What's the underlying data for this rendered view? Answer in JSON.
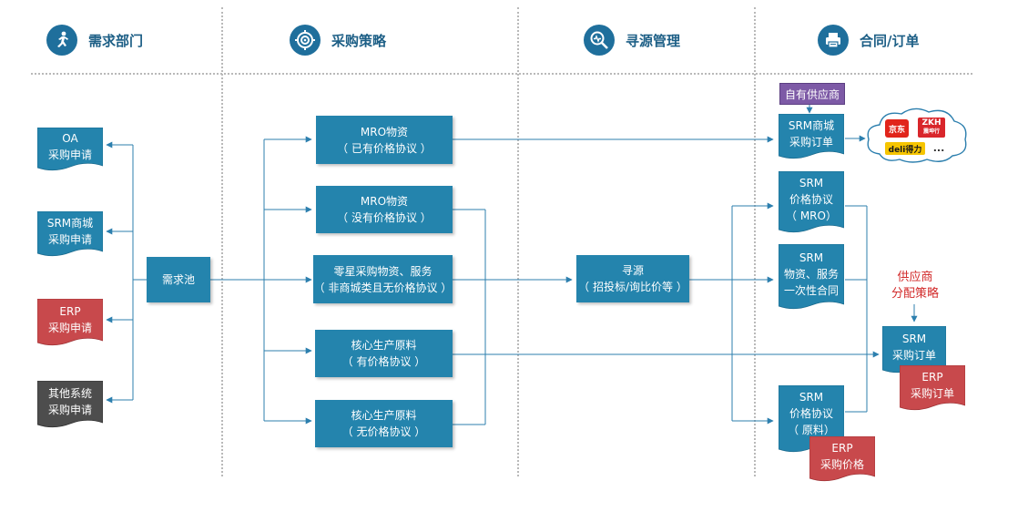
{
  "headers": [
    {
      "label": "需求部门",
      "icon": "runner-icon"
    },
    {
      "label": "采购策略",
      "icon": "target-icon"
    },
    {
      "label": "寻源管理",
      "icon": "magnifier-icon"
    },
    {
      "label": "合同/订单",
      "icon": "printer-icon"
    }
  ],
  "sources": [
    {
      "line1": "OA",
      "line2": "采购申请"
    },
    {
      "line1": "SRM商城",
      "line2": "采购申请"
    },
    {
      "line1": "ERP",
      "line2": "采购申请"
    },
    {
      "line1": "其他系统",
      "line2": "采购申请"
    }
  ],
  "pool": "需求池",
  "strategies": [
    {
      "line1": "MRO物资",
      "line2": "（ 已有价格协议 ）"
    },
    {
      "line1": "MRO物资",
      "line2": "（ 没有价格协议 ）"
    },
    {
      "line1": "零星采购物资、服务",
      "line2": "（ 非商城类且无价格协议 ）"
    },
    {
      "line1": "核心生产原料",
      "line2": "（ 有价格协议 ）"
    },
    {
      "line1": "核心生产原料",
      "line2": "（ 无价格协议 ）"
    }
  ],
  "sourcing": {
    "line1": "寻源",
    "line2": "（ 招投标/询比价等 ）"
  },
  "own_supplier": "自有供应商",
  "contracts": {
    "mall_order": {
      "line1": "SRM商城",
      "line2": "采购订单"
    },
    "mro_agreement": {
      "line1": "SRM",
      "line2": "价格协议",
      "line3": "（ MRO）"
    },
    "one_time": {
      "line1": "SRM",
      "line2": "物资、服务",
      "line3": "一次性合同"
    },
    "raw_agreement": {
      "line1": "SRM",
      "line2": "价格协议",
      "line3": "（ 原料）"
    },
    "erp_price": {
      "line1": "ERP",
      "line2": "采购价格"
    },
    "srm_order": {
      "line1": "SRM",
      "line2": "采购订单"
    },
    "erp_order": {
      "line1": "ERP",
      "line2": "采购订单"
    }
  },
  "supplier_strategy": {
    "line1": "供应商",
    "line2": "分配策略"
  },
  "vendors": {
    "jd": "京东",
    "zkh": "ZKH",
    "zkh_sub": "震坤行",
    "deli": "deli得力",
    "more": "..."
  },
  "colors": {
    "box": "#2484ad",
    "doc_blue": "#2484ad",
    "doc_red": "#c8494c",
    "doc_gray": "#4d4d4d",
    "line": "#2c7fae",
    "header_text": "#1d5f86",
    "tag": "#7d5aa6",
    "red_text": "#d22a2a"
  }
}
